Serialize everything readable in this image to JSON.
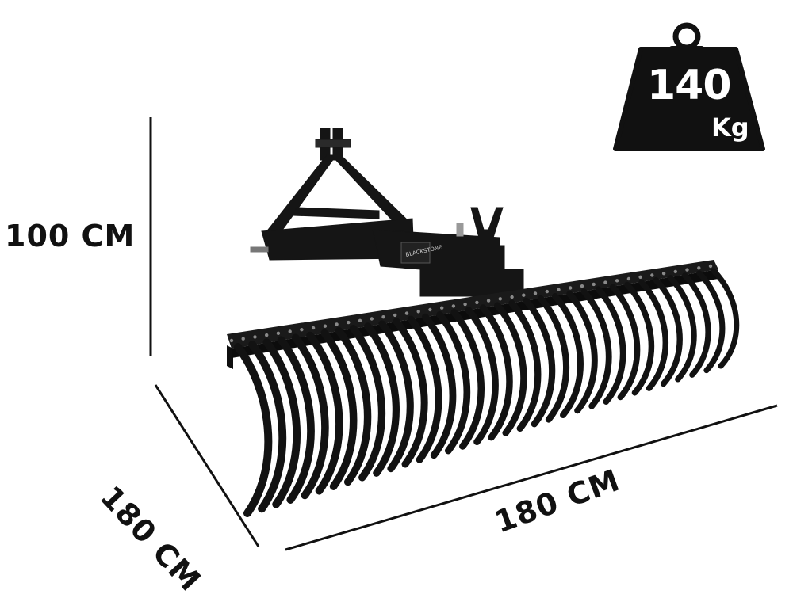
{
  "dimensions": {
    "height": "100 CM",
    "depth": "180 CM",
    "width": "180 CM"
  },
  "weight": {
    "value": "140",
    "unit": "Kg"
  },
  "product": {
    "brand_text": "BLACKSTONE"
  },
  "colors": {
    "implement": "#111111",
    "background": "#ffffff",
    "lines": "#111111"
  }
}
